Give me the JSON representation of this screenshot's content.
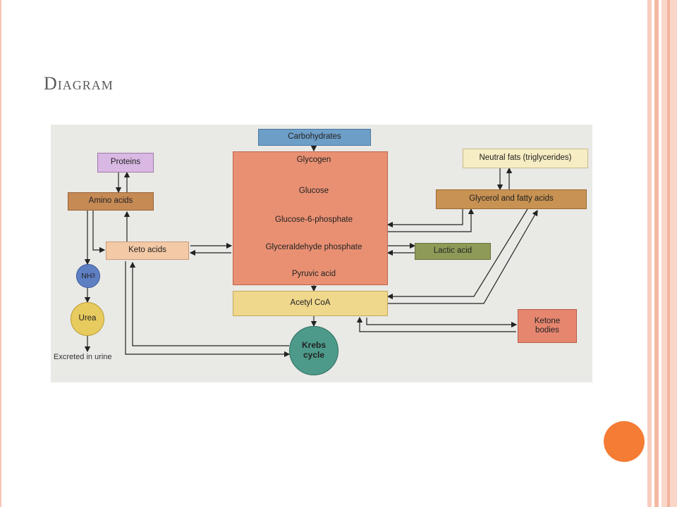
{
  "slide": {
    "title": "Diagram",
    "colors": {
      "edge": "#f6c4b2",
      "accent_dot": "#f47c35",
      "title": "#595959"
    }
  },
  "diagram": {
    "carbohydrates": "Carbohydrates",
    "proteins": "Proteins",
    "amino_acids": "Amino acids",
    "keto_acids": "Keto acids",
    "nh3": "NH",
    "nh3_sub": "3",
    "urea": "Urea",
    "excreted": "Excreted in urine",
    "glycogen": "Glycogen",
    "glucose": "Glucose",
    "glucose6p": "Glucose-6-phosphate",
    "glyceraldehyde": "Glyceraldehyde phosphate",
    "pyruvic": "Pyruvic acid",
    "acetyl": "Acetyl CoA",
    "krebs_line1": "Krebs",
    "krebs_line2": "cycle",
    "neutral_fats": "Neutral fats (triglycerides)",
    "glycerol": "Glycerol and fatty acids",
    "lactic": "Lactic acid",
    "ketone_line1": "Ketone",
    "ketone_line2": "bodies"
  }
}
